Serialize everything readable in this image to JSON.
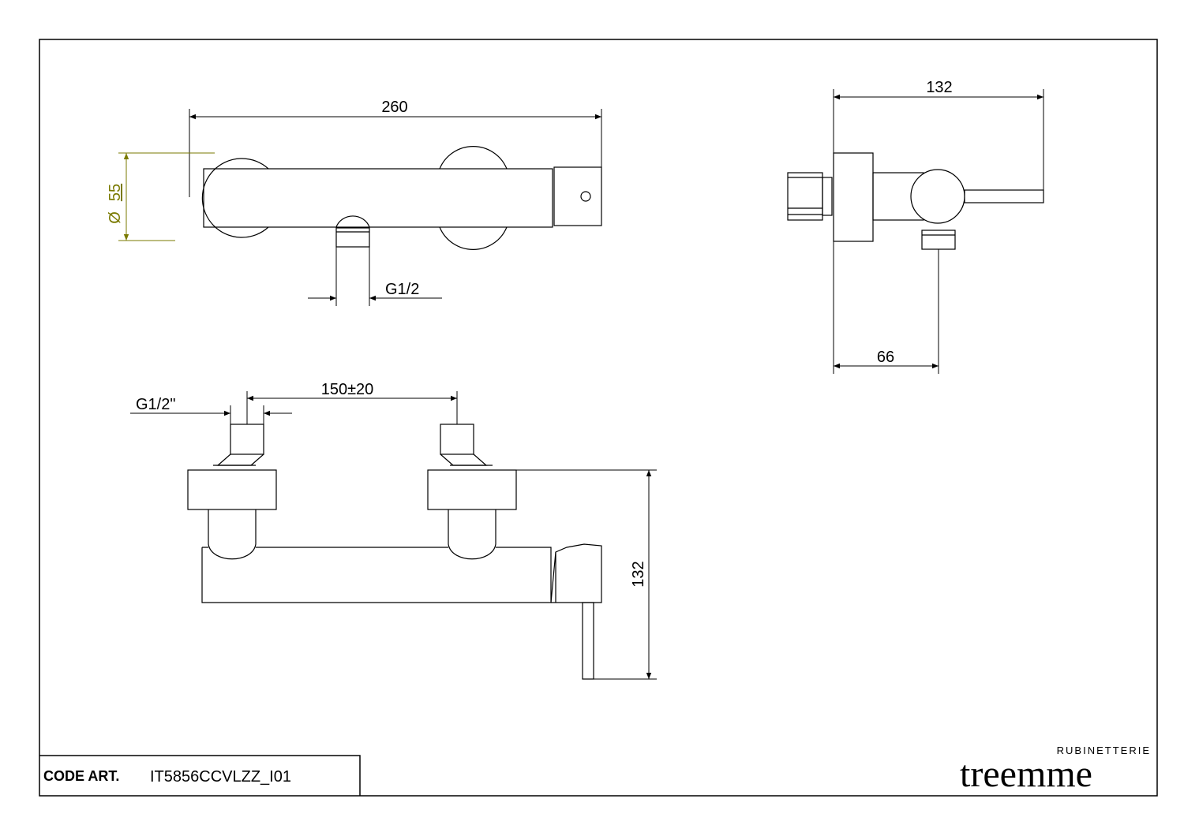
{
  "colors": {
    "ink": "#000000",
    "dimension_highlight": "#7a7a00",
    "paper": "#ffffff"
  },
  "top_view": {
    "overall_length": "260",
    "diameter_symbol": "Ø",
    "diameter_value": "55",
    "outlet_thread": "G1/2"
  },
  "side_view": {
    "depth_total": "132",
    "outlet_offset": "66"
  },
  "front_view": {
    "inlet_thread": "G1/2\"",
    "inlet_spacing": "150±20",
    "height_total": "132"
  },
  "title_block": {
    "code_label": "CODE ART.",
    "code_value": "IT5856CCVLZZ_I01"
  },
  "brand": {
    "tagline": "RUBINETTERIE",
    "name": "treemme"
  }
}
